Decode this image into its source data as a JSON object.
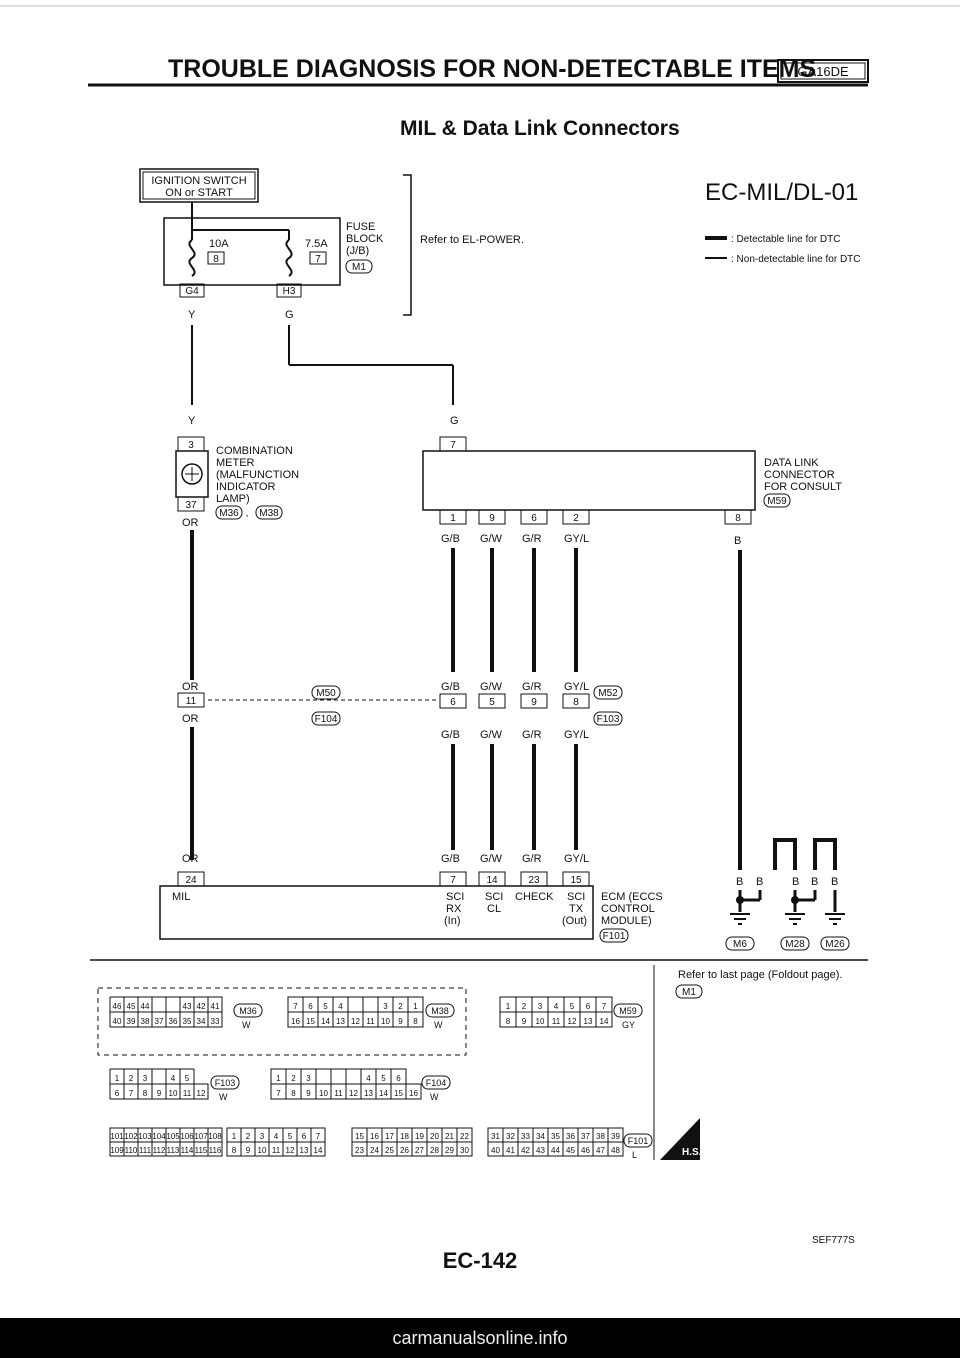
{
  "header": {
    "title": "TROUBLE DIAGNOSIS FOR NON-DETECTABLE ITEMS",
    "engine_badge": "GA16DE",
    "subtitle": "MIL & Data Link Connectors",
    "diagram_code": "EC-MIL/DL-01"
  },
  "legend": {
    "detectable": ": Detectable line for DTC",
    "non_detectable": ": Non-detectable line for DTC"
  },
  "power": {
    "ignition_line1": "IGNITION SWITCH",
    "ignition_line2": "ON or START",
    "fuse1_amp": "10A",
    "fuse1_num": "8",
    "fuse2_amp": "7.5A",
    "fuse2_num": "7",
    "fuse_block_1": "FUSE",
    "fuse_block_2": "BLOCK",
    "fuse_block_3": "(J/B)",
    "fuse_block_conn": "M1",
    "conn_g4": "G4",
    "conn_h3": "H3",
    "refer_power": "Refer to EL-POWER."
  },
  "wires": {
    "y": "Y",
    "g": "G",
    "or": "OR",
    "gb": "G/B",
    "gw": "G/W",
    "gr": "G/R",
    "gyl": "GY/L",
    "b": "B"
  },
  "meter": {
    "pin_top": "3",
    "pin_bot": "37",
    "line1": "COMBINATION",
    "line2": "METER",
    "line3": "(MALFUNCTION",
    "line4": "INDICATOR",
    "line5": "LAMP)",
    "conn1": "M36",
    "conn2": "M38"
  },
  "dlc": {
    "pin_top": "7",
    "pins_bottom": [
      "1",
      "9",
      "6",
      "2"
    ],
    "pin_8": "8",
    "line1": "DATA LINK",
    "line2": "CONNECTOR",
    "line3": "FOR CONSULT",
    "conn": "M59"
  },
  "joint": {
    "or_pin": "11",
    "pins_left": [
      "6",
      "5",
      "9"
    ],
    "pin_right": "8",
    "m50": "M50",
    "f104": "F104",
    "m52": "M52",
    "f103": "F103"
  },
  "ecm": {
    "pin_mil": "24",
    "mil": "MIL",
    "pins": [
      "7",
      "14",
      "23",
      "15"
    ],
    "sci": "SCI",
    "rx": "RX",
    "in": "(In)",
    "cl": "CL",
    "check": "CHECK",
    "tx": "TX",
    "out": "(Out)",
    "name1": "ECM (ECCS",
    "name2": "CONTROL",
    "name3": "MODULE)",
    "conn": "F101"
  },
  "grounds": {
    "labels": [
      "M6",
      "M28",
      "M26"
    ]
  },
  "connectors": {
    "m36": {
      "row1": [
        "46",
        "45",
        "44",
        "",
        "",
        "43",
        "42",
        "41"
      ],
      "row2": [
        "40",
        "39",
        "38",
        "37",
        "36",
        "35",
        "34",
        "33"
      ],
      "name": "M36",
      "color": "W"
    },
    "m38": {
      "row1": [
        "7",
        "6",
        "5",
        "4",
        "",
        "",
        "3",
        "2",
        "1"
      ],
      "row2": [
        "16",
        "15",
        "14",
        "13",
        "12",
        "11",
        "10",
        "9",
        "8"
      ],
      "name": "M38",
      "color": "W"
    },
    "m59": {
      "row1": [
        "1",
        "2",
        "3",
        "4",
        "5",
        "6",
        "7"
      ],
      "row2": [
        "8",
        "9",
        "10",
        "11",
        "12",
        "13",
        "14"
      ],
      "name": "M59",
      "color": "GY"
    },
    "f103": {
      "row1": [
        "1",
        "2",
        "3",
        "",
        "4",
        "5"
      ],
      "row2": [
        "6",
        "7",
        "8",
        "9",
        "10",
        "11",
        "12"
      ],
      "name": "F103",
      "color": "W"
    },
    "f104": {
      "row1": [
        "1",
        "2",
        "3",
        "",
        "",
        "",
        "4",
        "5",
        "6"
      ],
      "row2": [
        "7",
        "8",
        "9",
        "10",
        "11",
        "12",
        "13",
        "14",
        "15",
        "16"
      ],
      "name": "F104",
      "color": "W"
    },
    "f101": {
      "a1": [
        "101",
        "102",
        "103",
        "104",
        "105",
        "106",
        "107",
        "108"
      ],
      "a2": [
        "109",
        "110",
        "111",
        "112",
        "113",
        "114",
        "115",
        "116"
      ],
      "b1": [
        "1",
        "2",
        "3",
        "4",
        "5",
        "6",
        "7"
      ],
      "b2": [
        "8",
        "9",
        "10",
        "11",
        "12",
        "13",
        "14"
      ],
      "c1": [
        "15",
        "16",
        "17",
        "18",
        "19",
        "20",
        "21",
        "22"
      ],
      "c2": [
        "23",
        "24",
        "25",
        "26",
        "27",
        "28",
        "29",
        "30"
      ],
      "d1": [
        "31",
        "32",
        "33",
        "34",
        "35",
        "36",
        "37",
        "38",
        "39"
      ],
      "d2": [
        "40",
        "41",
        "42",
        "43",
        "44",
        "45",
        "46",
        "47",
        "48"
      ],
      "name": "F101",
      "color": "L"
    }
  },
  "footer": {
    "refer_last": "Refer to last page (Foldout page).",
    "refer_conn": "M1",
    "hs": "H.S.",
    "sef": "SEF777S",
    "page": "EC-142",
    "watermark": "carmanualsonline.info"
  }
}
